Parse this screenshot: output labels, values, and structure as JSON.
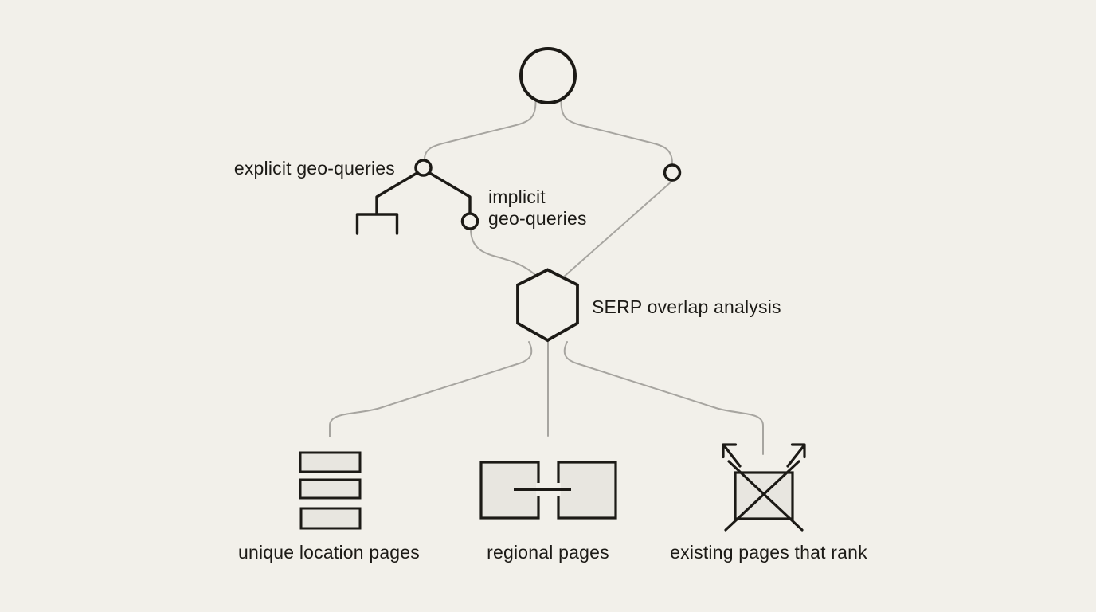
{
  "diagram": {
    "type": "flow-diagram",
    "colors": {
      "background": "#f2f0ea",
      "ink": "#1c1a16",
      "connector_gray": "#a7a5a0",
      "shape_fill": "#e8e6e0"
    },
    "root": {
      "shape": "circle",
      "description": "query source node"
    },
    "query_nodes": {
      "explicit": {
        "label": "explicit geo-queries",
        "shape": "small-circle-with-bracket-subtree"
      },
      "implicit": {
        "label_line1": "implicit",
        "label_line2": "geo-queries",
        "shape": "small-circle"
      },
      "right": {
        "label": "",
        "shape": "small-circle"
      }
    },
    "analysis": {
      "label": "SERP overlap analysis",
      "shape": "hexagon"
    },
    "outputs": [
      {
        "label": "unique location pages",
        "icon": "stacked-rectangles"
      },
      {
        "label": "regional pages",
        "icon": "linked-squares"
      },
      {
        "label": "existing pages that rank",
        "icon": "crossed-square-with-arrows"
      }
    ]
  }
}
